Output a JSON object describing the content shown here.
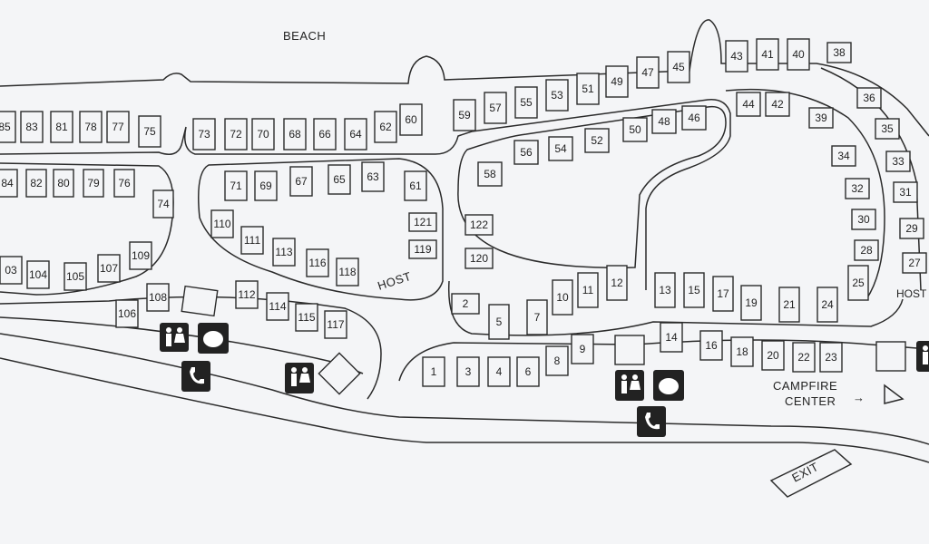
{
  "labels": {
    "beach": "BEACH",
    "host": "HOST",
    "host_east": "HOST",
    "campfire_line1": "CAMPFIRE",
    "campfire_line2": "CENTER",
    "campfire_arrow": "→",
    "exit": "EXIT"
  },
  "icons": [
    {
      "name": "restroom-icon",
      "id": "restroom-1"
    },
    {
      "name": "shower-icon",
      "id": "shower-1"
    },
    {
      "name": "phone-icon",
      "id": "phone-1"
    },
    {
      "name": "restroom-icon",
      "id": "restroom-2"
    },
    {
      "name": "restroom-icon",
      "id": "restroom-3"
    },
    {
      "name": "shower-icon",
      "id": "shower-2"
    },
    {
      "name": "phone-icon",
      "id": "phone-2"
    },
    {
      "name": "restroom-icon",
      "id": "restroom-4"
    }
  ],
  "sites": {
    "beach_row": [
      "85",
      "83",
      "81",
      "78",
      "77",
      "75",
      "73",
      "72",
      "70",
      "68",
      "66",
      "64",
      "62",
      "60"
    ],
    "north_row": [
      "59",
      "57",
      "55",
      "53",
      "51",
      "49",
      "47",
      "45",
      "43",
      "41",
      "40"
    ],
    "west_inner_row": [
      "84",
      "82",
      "80",
      "79",
      "76",
      "74"
    ],
    "west_lower_row": [
      "03",
      "104",
      "105",
      "107",
      "109"
    ],
    "central_upper": [
      "71",
      "69",
      "67",
      "65",
      "63",
      "61"
    ],
    "central_lower": [
      "110",
      "111",
      "113",
      "116",
      "118"
    ],
    "central_east": [
      "121",
      "119"
    ],
    "south_west_row": [
      "106",
      "108",
      "112",
      "114",
      "115",
      "117"
    ],
    "mid_north": [
      "58",
      "56",
      "54",
      "52",
      "50",
      "48",
      "46",
      "44",
      "42"
    ],
    "mid_west": [
      "122",
      "120",
      "2"
    ],
    "mid_south": [
      "5",
      "7",
      "10",
      "11",
      "12",
      "13",
      "15",
      "17",
      "19",
      "21",
      "24",
      "25"
    ],
    "east_arc": [
      "38",
      "36",
      "35",
      "39",
      "34",
      "33",
      "32",
      "31",
      "30",
      "29",
      "28",
      "27"
    ],
    "south_row": [
      "1",
      "3",
      "4",
      "6",
      "8",
      "9",
      "14",
      "16",
      "18",
      "20",
      "22",
      "23"
    ]
  }
}
